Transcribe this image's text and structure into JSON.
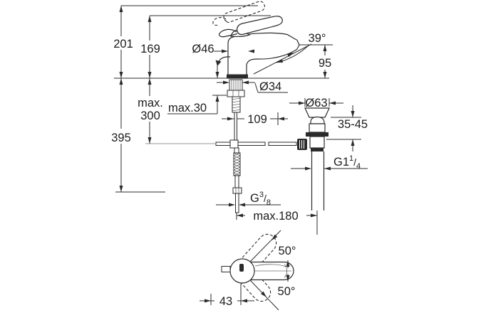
{
  "drawing": {
    "side_view": {
      "total_height": "201",
      "spout_top_height": "169",
      "body_diameter": "Ø46",
      "spout_angle": "39°",
      "outlet_height": "95",
      "shank_diameter": "Ø34",
      "deck_thickness_max": "max.30",
      "below_deck_max_line1": "max.",
      "below_deck_max_line2": "300",
      "spout_reach": "109",
      "overall_depth": "395",
      "drain_flange_diameter": "Ø63",
      "drain_deck_range": "35-45",
      "drain_thread": {
        "prefix": "G1",
        "sup": "1",
        "slash": "/",
        "sub": "4"
      },
      "supply_thread": {
        "prefix": "G",
        "sup": "3",
        "slash": "/",
        "sub": "8"
      },
      "hose_reach_max": "max.180"
    },
    "top_view": {
      "handle_swivel_up": "50°",
      "handle_swivel_down": "50°",
      "handle_offset": "43"
    },
    "colors": {
      "line": "#2b2b2b",
      "background": "#ffffff"
    }
  }
}
